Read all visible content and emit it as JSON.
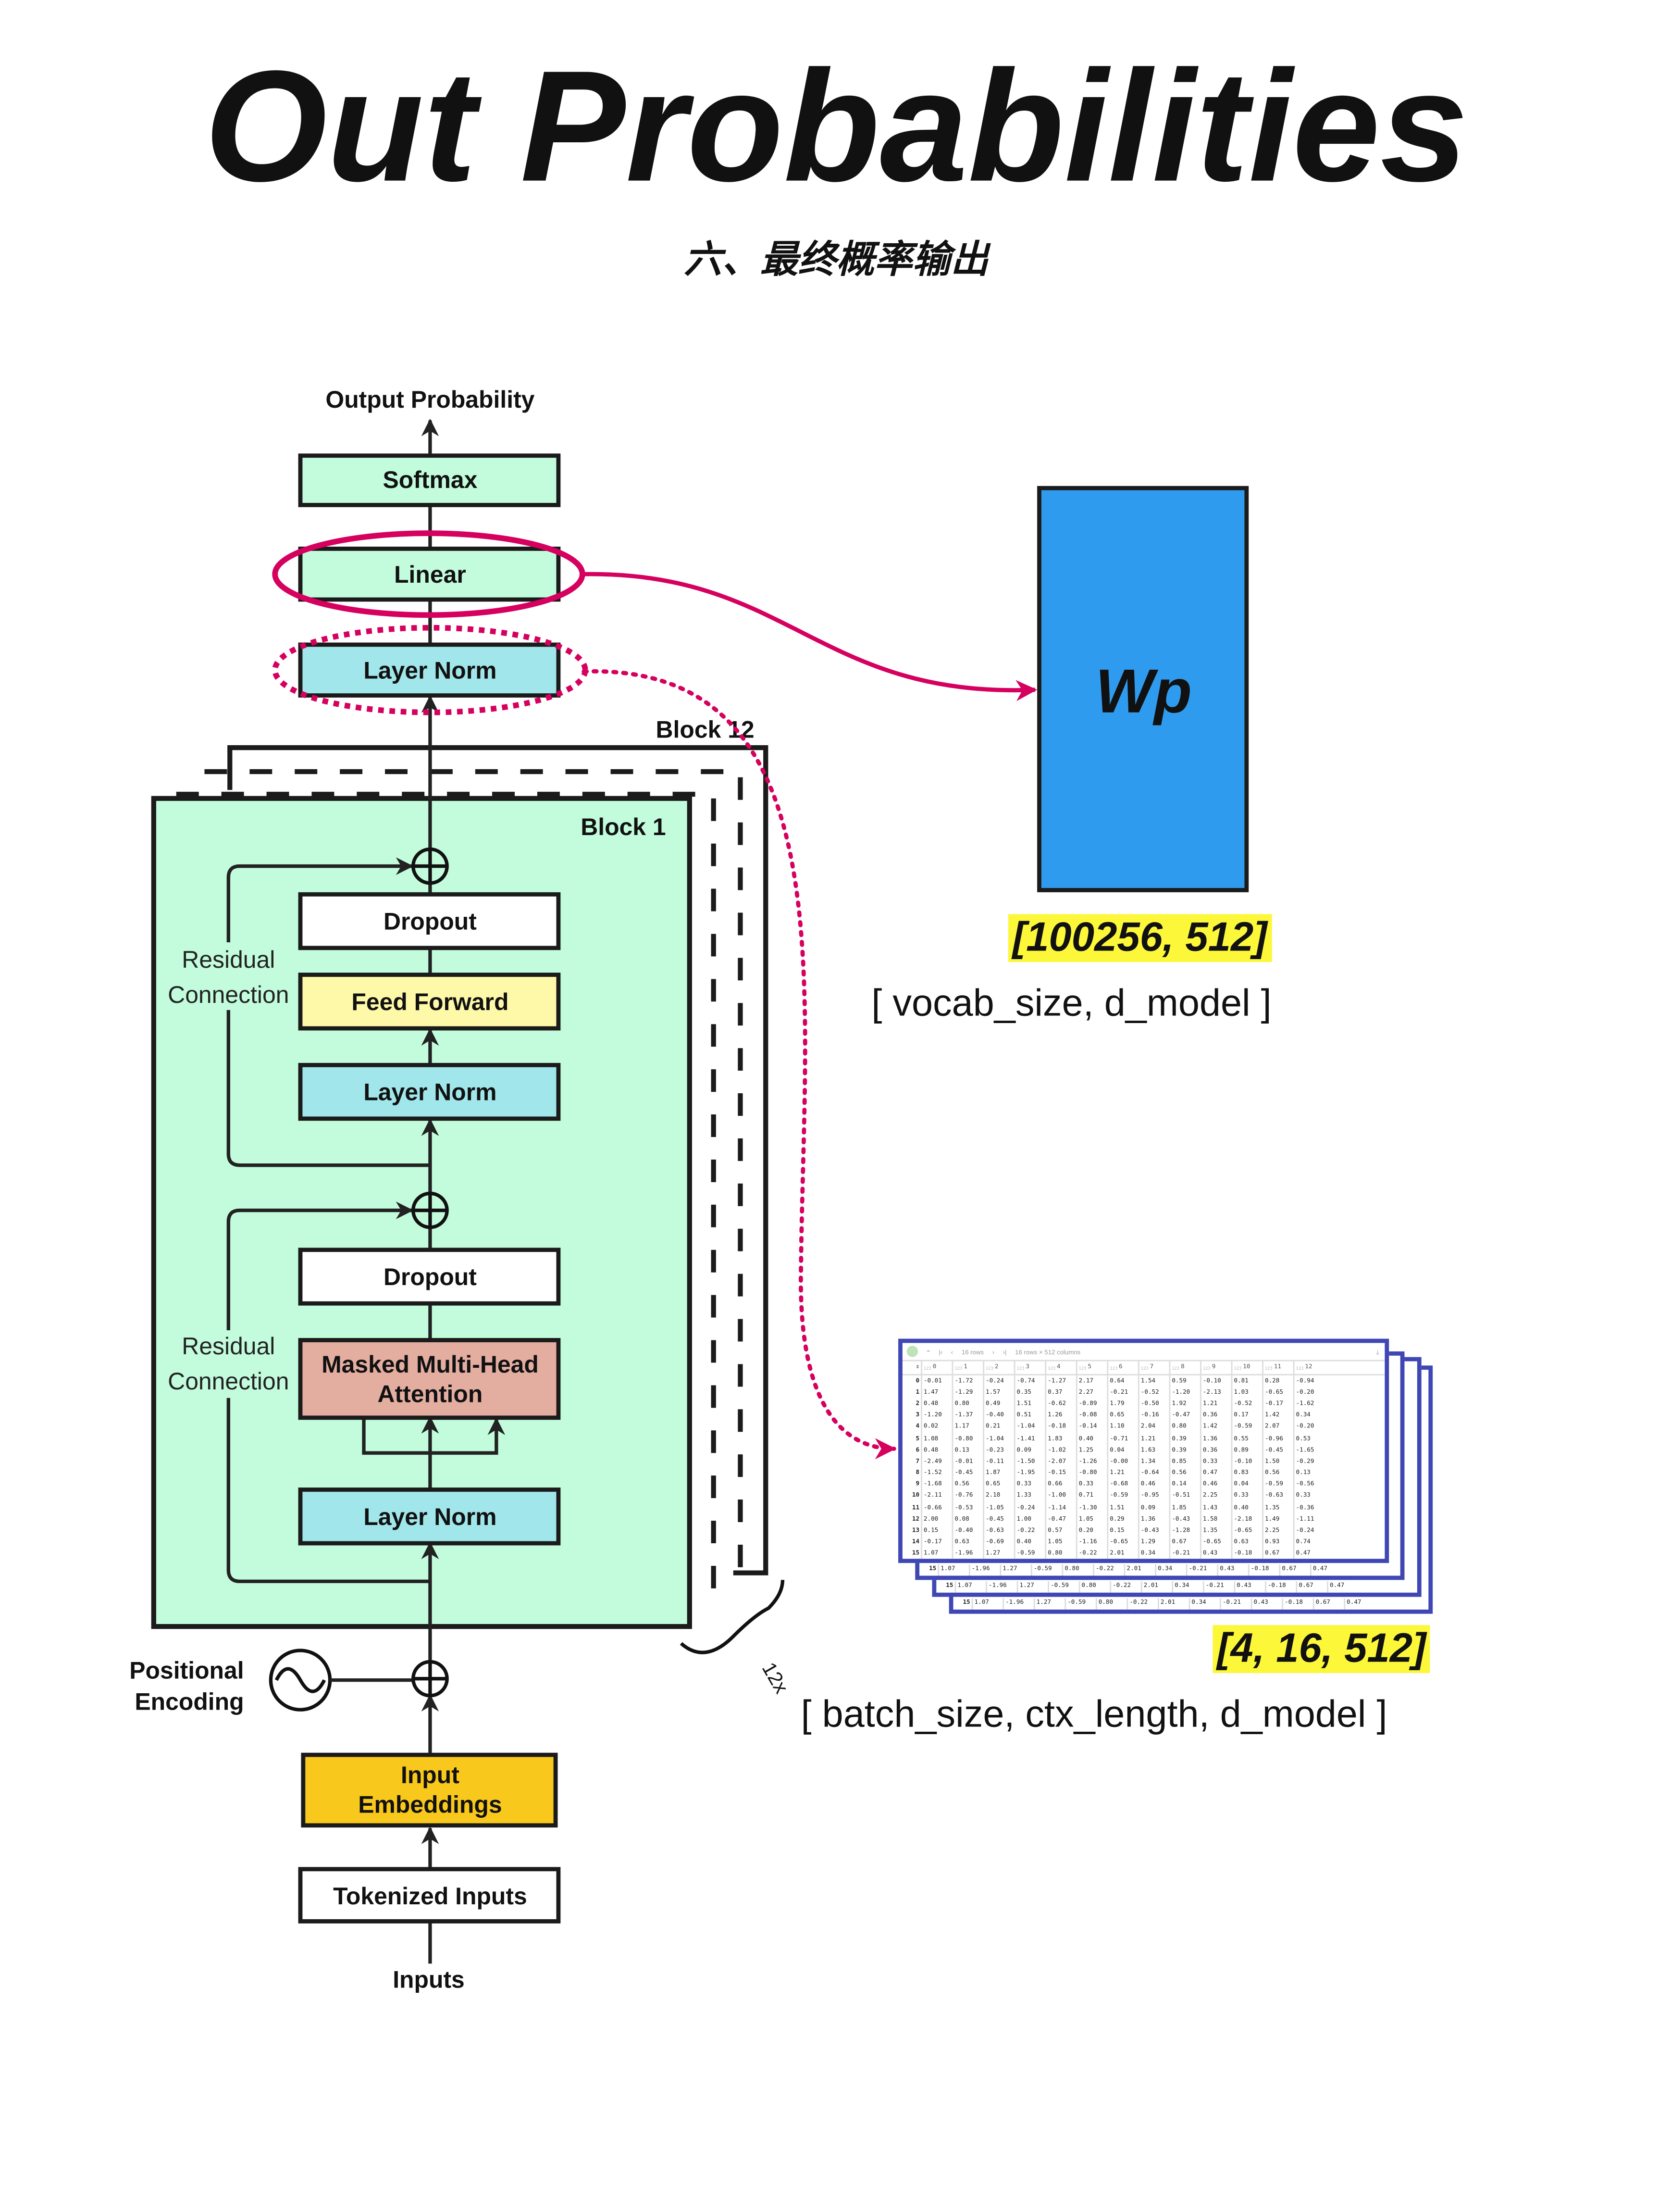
{
  "title": "Out Probabilities",
  "subtitle": "六、最终概率输出",
  "colors": {
    "accent_pink": "#d6005f",
    "green_box": "#c2fcdc",
    "cyan_box": "#a0e6ea",
    "yellow_box": "#fef9a8",
    "attention_box": "#e3aea0",
    "embedding_box": "#f8c81c",
    "wp_blue": "#2f9bef",
    "table_border": "#3f47b5",
    "highlight": "#fdf73a"
  },
  "diagram": {
    "output_label": "Output Probability",
    "softmax": "Softmax",
    "linear": "Linear",
    "final_norm": "Layer Norm",
    "block_last": "Block 12",
    "block_first": "Block 1",
    "dropout_top": "Dropout",
    "feed_forward": "Feed Forward",
    "norm2": "Layer Norm",
    "residual_1": [
      "Residual",
      "Connection"
    ],
    "dropout_bottom": "Dropout",
    "attention": [
      "Masked Multi-Head",
      "Attention"
    ],
    "norm1": "Layer Norm",
    "residual_2": [
      "Residual",
      "Connection"
    ],
    "repeat": "12x",
    "positional": [
      "Positional",
      "Encoding"
    ],
    "embeddings": [
      "Input",
      "Embeddings"
    ],
    "tokenized": "Tokenized Inputs",
    "inputs": "Inputs"
  },
  "weight": {
    "label": "Wp",
    "shape": "[100256, 512]",
    "dims": "[ vocab_size, d_model ]"
  },
  "tensor": {
    "shape": "[4, 16, 512]",
    "dims": "[ batch_size, ctx_length, d_model ]",
    "toolbar": {
      "rows_select": "16 rows",
      "summary": "16 rows × 512 columns"
    },
    "columns": [
      "0",
      "1",
      "2",
      "3",
      "4",
      "5",
      "6",
      "7",
      "8",
      "9",
      "10",
      "11",
      "12"
    ],
    "rows": [
      [
        "-0.01",
        "-1.72",
        "-0.24",
        "-0.74",
        "-1.27",
        "2.17",
        "0.64",
        "1.54",
        "0.59",
        "-0.10",
        "0.81",
        "0.28",
        "-0.94"
      ],
      [
        "1.47",
        "-1.29",
        "1.57",
        "0.35",
        "0.37",
        "2.27",
        "-0.21",
        "-0.52",
        "-1.20",
        "-2.13",
        "1.03",
        "-0.65",
        "-0.20"
      ],
      [
        "0.48",
        "0.80",
        "0.49",
        "1.51",
        "-0.62",
        "-0.89",
        "1.79",
        "-0.50",
        "1.92",
        "1.21",
        "-0.52",
        "-0.17",
        "-1.62"
      ],
      [
        "-1.20",
        "-1.37",
        "-0.40",
        "0.51",
        "1.26",
        "-0.08",
        "0.65",
        "-0.16",
        "-0.47",
        "0.36",
        "0.17",
        "1.42",
        "0.34"
      ],
      [
        "0.02",
        "1.17",
        "0.21",
        "-1.04",
        "-0.18",
        "-0.14",
        "1.10",
        "2.04",
        "0.80",
        "1.42",
        "-0.59",
        "2.07",
        "-0.20"
      ],
      [
        "1.08",
        "-0.80",
        "-1.04",
        "-1.41",
        "1.83",
        "0.40",
        "-0.71",
        "1.21",
        "0.39",
        "1.36",
        "0.55",
        "-0.96",
        "0.53"
      ],
      [
        "0.48",
        "0.13",
        "-0.23",
        "0.09",
        "-1.02",
        "1.25",
        "0.04",
        "1.63",
        "0.39",
        "0.36",
        "0.89",
        "-0.45",
        "-1.65"
      ],
      [
        "-2.49",
        "-0.01",
        "-0.11",
        "-1.50",
        "-2.07",
        "-1.26",
        "-0.00",
        "1.34",
        "0.85",
        "0.33",
        "-0.10",
        "1.50",
        "-0.29"
      ],
      [
        "-1.52",
        "-0.45",
        "1.87",
        "-1.95",
        "-0.15",
        "-0.80",
        "1.21",
        "-0.64",
        "0.56",
        "0.47",
        "0.83",
        "0.56",
        "0.13"
      ],
      [
        "-1.68",
        "0.56",
        "0.65",
        "0.33",
        "0.66",
        "0.33",
        "-0.68",
        "0.46",
        "0.14",
        "0.46",
        "0.04",
        "-0.59",
        "-0.56"
      ],
      [
        "-2.11",
        "-0.76",
        "2.18",
        "1.33",
        "-1.00",
        "0.71",
        "-0.59",
        "-0.95",
        "-0.51",
        "2.25",
        "0.33",
        "-0.63",
        "0.33"
      ],
      [
        "-0.66",
        "-0.53",
        "-1.05",
        "-0.24",
        "-1.14",
        "-1.30",
        "1.51",
        "0.09",
        "1.85",
        "1.43",
        "0.40",
        "1.35",
        "-0.36"
      ],
      [
        "2.00",
        "0.08",
        "-0.45",
        "1.00",
        "-0.47",
        "1.05",
        "0.29",
        "1.36",
        "-0.43",
        "1.58",
        "-2.18",
        "1.49",
        "-1.11"
      ],
      [
        "0.15",
        "-0.40",
        "-0.63",
        "-0.22",
        "0.57",
        "0.20",
        "0.15",
        "-0.43",
        "-1.28",
        "1.35",
        "-0.65",
        "2.25",
        "-0.24"
      ],
      [
        "-0.17",
        "0.63",
        "-0.69",
        "0.40",
        "1.05",
        "-1.16",
        "-0.65",
        "1.29",
        "0.67",
        "-0.65",
        "0.63",
        "0.93",
        "0.74"
      ],
      [
        "1.07",
        "-1.96",
        "1.27",
        "-0.59",
        "0.80",
        "-0.22",
        "2.01",
        "0.34",
        "-0.21",
        "0.43",
        "-0.18",
        "0.67",
        "0.47"
      ]
    ]
  }
}
